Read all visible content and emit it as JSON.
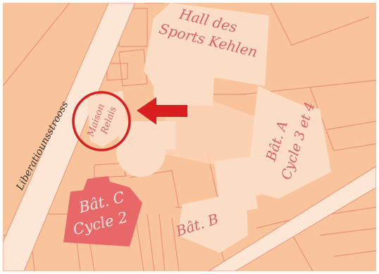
{
  "map": {
    "street_name": "Liberatiounsstrooss",
    "buildings": {
      "hall": [
        "Hall des",
        "Sports Kehlen"
      ],
      "maison_relais": [
        "Maison",
        "Relais"
      ],
      "bat_a": [
        "Bât. A",
        "Cycle 3 et 4"
      ],
      "bat_b": "Bât. B",
      "bat_c": [
        "Bât. C",
        "Cycle 2"
      ]
    },
    "colors": {
      "background": "#f9c49b",
      "building": "#fbdcc4",
      "highlight_building": "#e8686a",
      "lines": "#e8927a",
      "road": "#fde6d3",
      "label_text": "#d9616b",
      "marker": "#d81e1e",
      "highlight_text": "#fde8e0"
    },
    "annotations": {
      "circle": "maison-relais-circle",
      "arrow": "arrow-icon"
    }
  }
}
